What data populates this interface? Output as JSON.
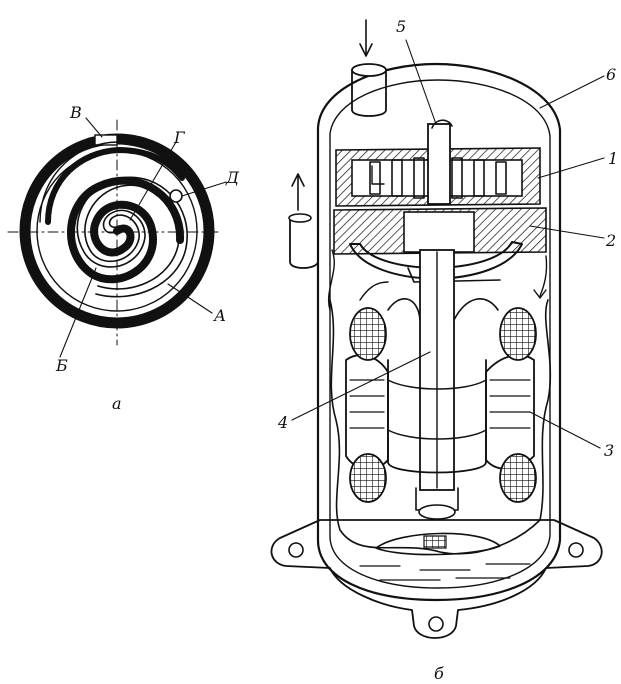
{
  "figure_a": {
    "caption": "а",
    "labels": {
      "A": "А",
      "B": "Б",
      "V": "В",
      "G": "Г",
      "D": "Д"
    }
  },
  "figure_b": {
    "caption": "б",
    "labels": {
      "n1": "1",
      "n2": "2",
      "n3": "3",
      "n4": "4",
      "n5": "5",
      "n6": "6"
    }
  },
  "colors": {
    "ink": "#111111",
    "background": "#ffffff"
  }
}
